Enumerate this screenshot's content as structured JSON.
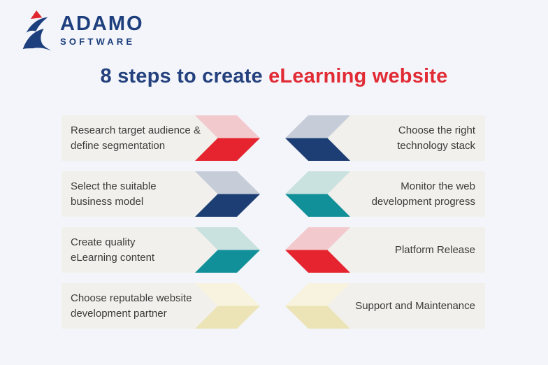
{
  "page": {
    "background": "#f3f5fa",
    "card_background": "#f1f0ec",
    "text_color": "#3b3b3b"
  },
  "logo": {
    "name": "ADAMO",
    "subtitle": "SOFTWARE",
    "navy": "#1e3f7d",
    "red": "#e0272f"
  },
  "title": {
    "prefix": "8 steps to create ",
    "highlight": "eLearning website",
    "prefix_color": "#24417e",
    "highlight_color": "#e12b35"
  },
  "steps": [
    {
      "line1": "Research target audience &",
      "line2": "define segmentation",
      "column": "left",
      "arrow_direction": "right",
      "arrow_light": "#f2cacd",
      "arrow_dark": "#e5242f"
    },
    {
      "line1": "Choose the right",
      "line2": "technology stack",
      "column": "right",
      "arrow_direction": "left",
      "arrow_light": "#c6cdd9",
      "arrow_dark": "#1d3e74"
    },
    {
      "line1": "Select the suitable",
      "line2": "business model",
      "column": "left",
      "arrow_direction": "right",
      "arrow_light": "#c6cdd9",
      "arrow_dark": "#1d3e74"
    },
    {
      "line1": "Monitor the web",
      "line2": "development progress",
      "column": "right",
      "arrow_direction": "left",
      "arrow_light": "#c9e1df",
      "arrow_dark": "#12909a"
    },
    {
      "line1": "Create quality",
      "line2": "eLearning content",
      "column": "left",
      "arrow_direction": "right",
      "arrow_light": "#c9e1df",
      "arrow_dark": "#12909a"
    },
    {
      "line1": "Platform Release",
      "line2": "",
      "column": "right",
      "arrow_direction": "left",
      "arrow_light": "#f2cacd",
      "arrow_dark": "#e5242f"
    },
    {
      "line1": "Choose reputable website",
      "line2": "development partner",
      "column": "left",
      "arrow_direction": "right",
      "arrow_light": "#f7f3de",
      "arrow_dark": "#ece4b6"
    },
    {
      "line1": "Support and Maintenance",
      "line2": "",
      "column": "right",
      "arrow_direction": "left",
      "arrow_light": "#f7f3de",
      "arrow_dark": "#ece4b6"
    }
  ]
}
